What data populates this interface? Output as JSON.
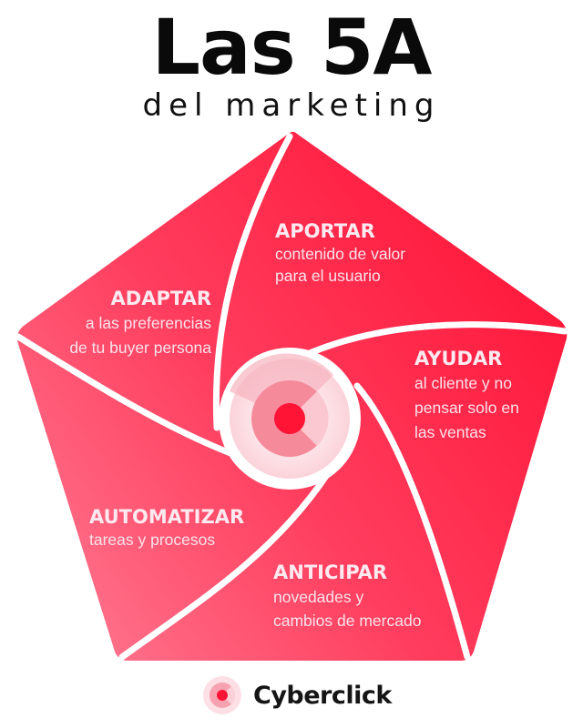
{
  "header": {
    "title": "Las 5A",
    "subtitle": "del marketing"
  },
  "colors": {
    "primary": "#ff1a43",
    "secondary": "#ff6c84",
    "center_light": "#fcd9df",
    "center_mid": "#f58a9b",
    "separator": "#ffffff",
    "title": "#0a0a0a"
  },
  "segments": [
    {
      "id": "aportar",
      "title": "APORTAR",
      "lines": [
        "contenido de valor",
        "para el usuario"
      ]
    },
    {
      "id": "ayudar",
      "title": "AYUDAR",
      "lines": [
        "al cliente y no",
        "pensar solo en",
        "las ventas"
      ]
    },
    {
      "id": "anticipar",
      "title": "ANTICIPAR",
      "lines": [
        "novedades y",
        "cambios de mercado"
      ]
    },
    {
      "id": "automatizar",
      "title": "AUTOMATIZAR",
      "lines": [
        "tareas y procesos"
      ]
    },
    {
      "id": "adaptar",
      "title": "ADAPTAR",
      "lines": [
        "a las preferencias",
        "de tu buyer persona"
      ]
    }
  ],
  "center_icon": "cyberclick-logo-icon",
  "footer": {
    "brand_name": "Cyberclick",
    "logo_icon": "cyberclick-logo-icon"
  }
}
